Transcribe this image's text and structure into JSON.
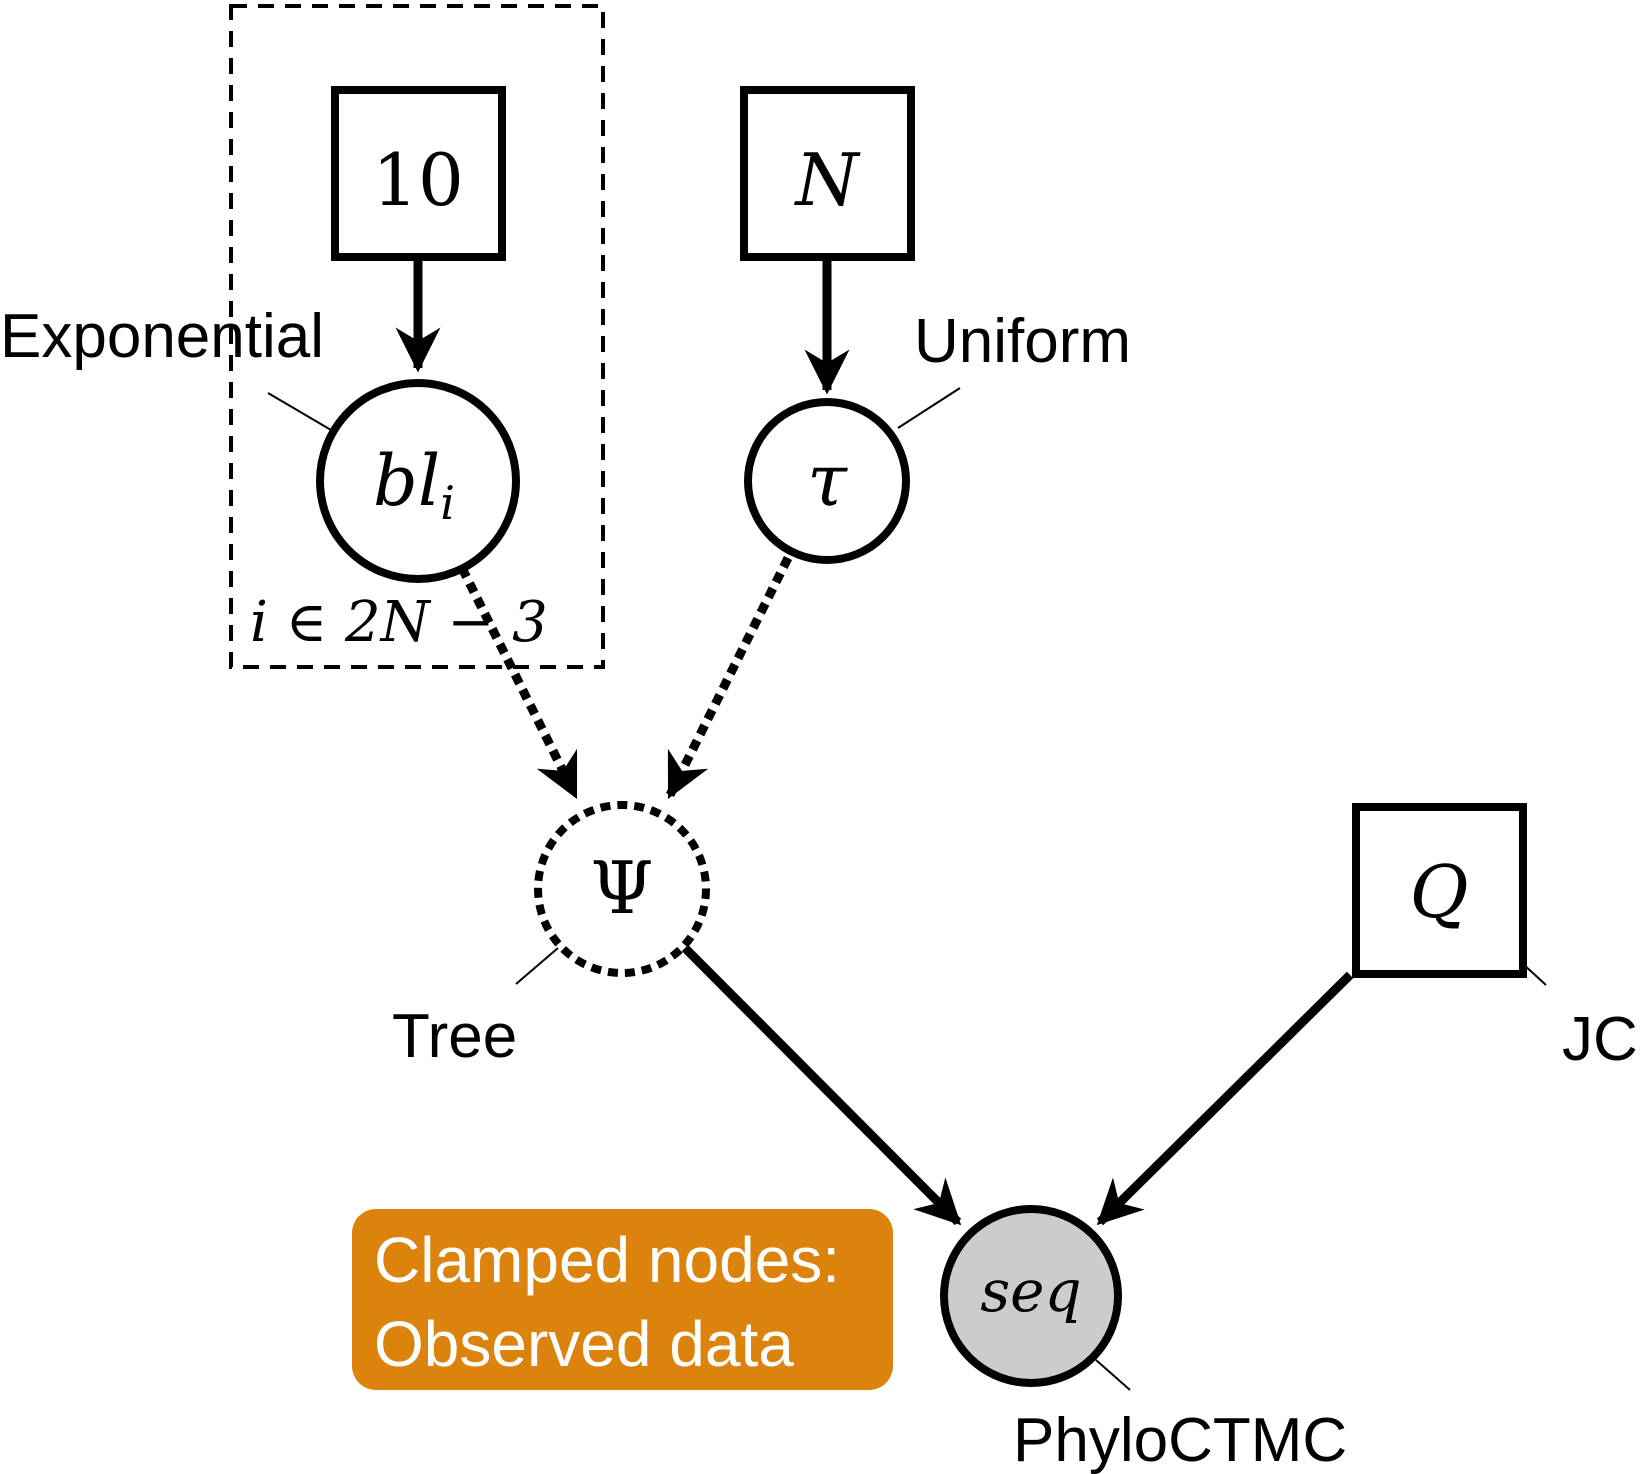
{
  "nodes": {
    "const_ten": {
      "symbol": "10"
    },
    "const_n": {
      "symbol": "N"
    },
    "const_q": {
      "symbol": "Q"
    },
    "bl": {
      "symbol": "bl",
      "subscript": "i",
      "distribution": "Exponential"
    },
    "tau": {
      "symbol": "τ",
      "distribution": "Uniform"
    },
    "psi": {
      "symbol": "Ψ",
      "distribution": "Tree"
    },
    "seq": {
      "symbol": "seq",
      "distribution": "PhyloCTMC"
    }
  },
  "plate": {
    "label": "i ∈ 2N − 3"
  },
  "q_label": "JC",
  "callout": {
    "line1": "Clamped nodes:",
    "line2": "Observed data"
  },
  "colors": {
    "stroke": "#000000",
    "clamped_fill": "#cccccc",
    "callout_bg": "#db830c",
    "callout_text": "#ffffff"
  }
}
